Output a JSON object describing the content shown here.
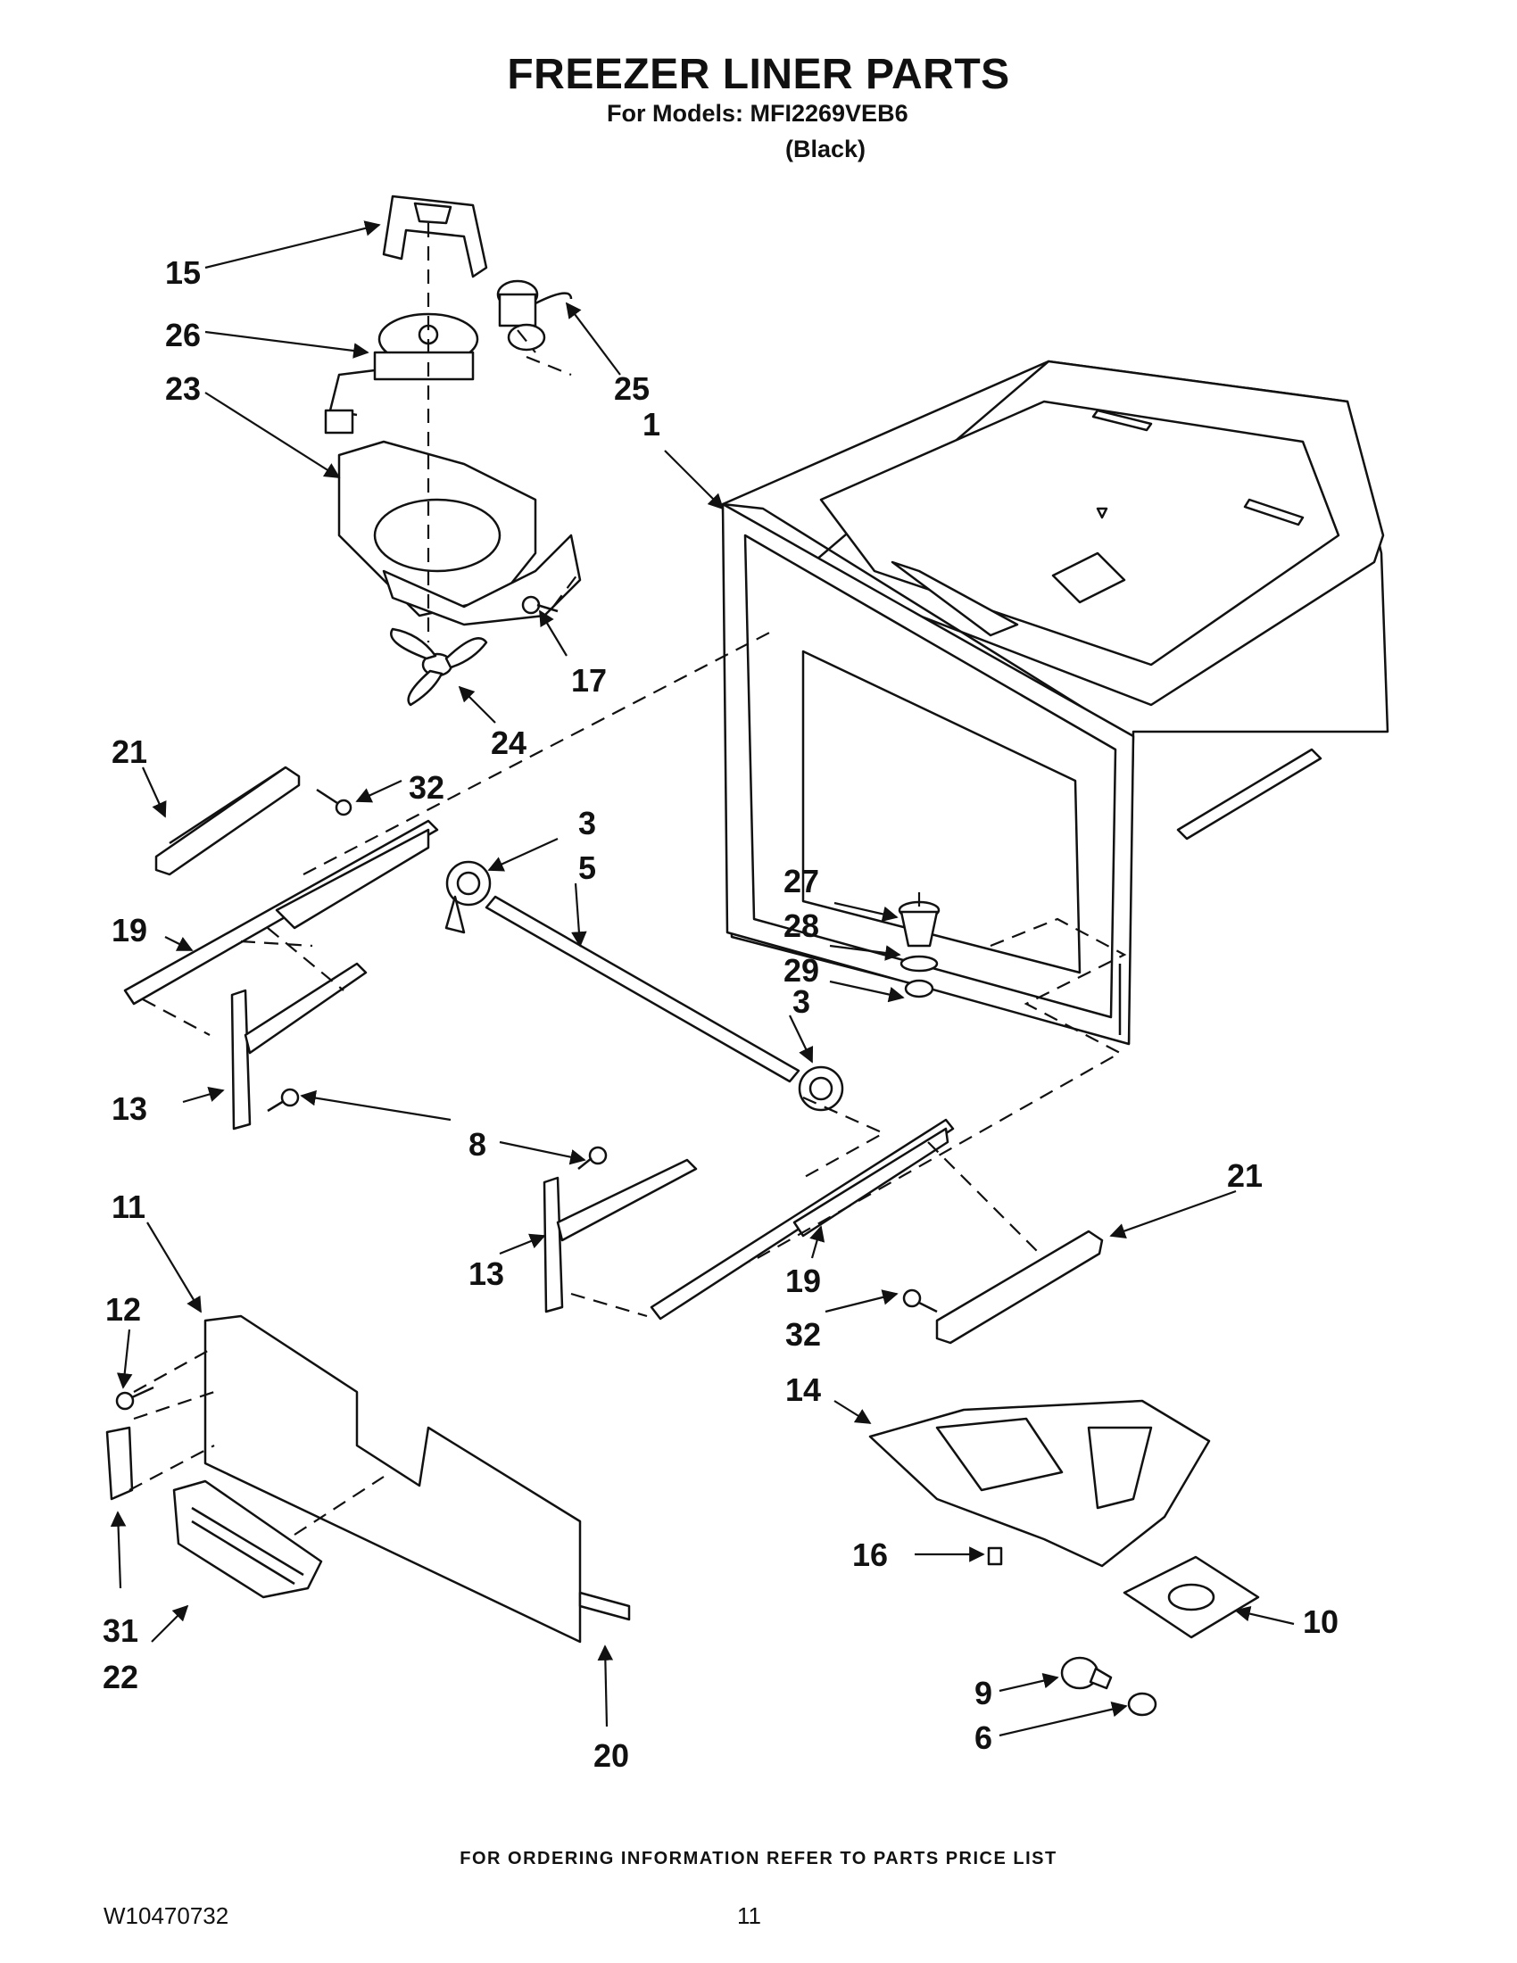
{
  "header": {
    "title": "FREEZER LINER PARTS",
    "models": "For Models: MFI2269VEB6",
    "color": "(Black)"
  },
  "callouts": [
    "15",
    "26",
    "23",
    "25",
    "1",
    "17",
    "24",
    "21",
    "32",
    "3",
    "5",
    "19",
    "27",
    "28",
    "29",
    "3",
    "13",
    "8",
    "11",
    "21",
    "13",
    "19",
    "32",
    "12",
    "14",
    "16",
    "10",
    "31",
    "22",
    "20",
    "9",
    "6"
  ],
  "footer": {
    "note": "FOR ORDERING INFORMATION REFER TO PARTS PRICE LIST",
    "doc_number": "W10470732",
    "page_number": "11"
  }
}
